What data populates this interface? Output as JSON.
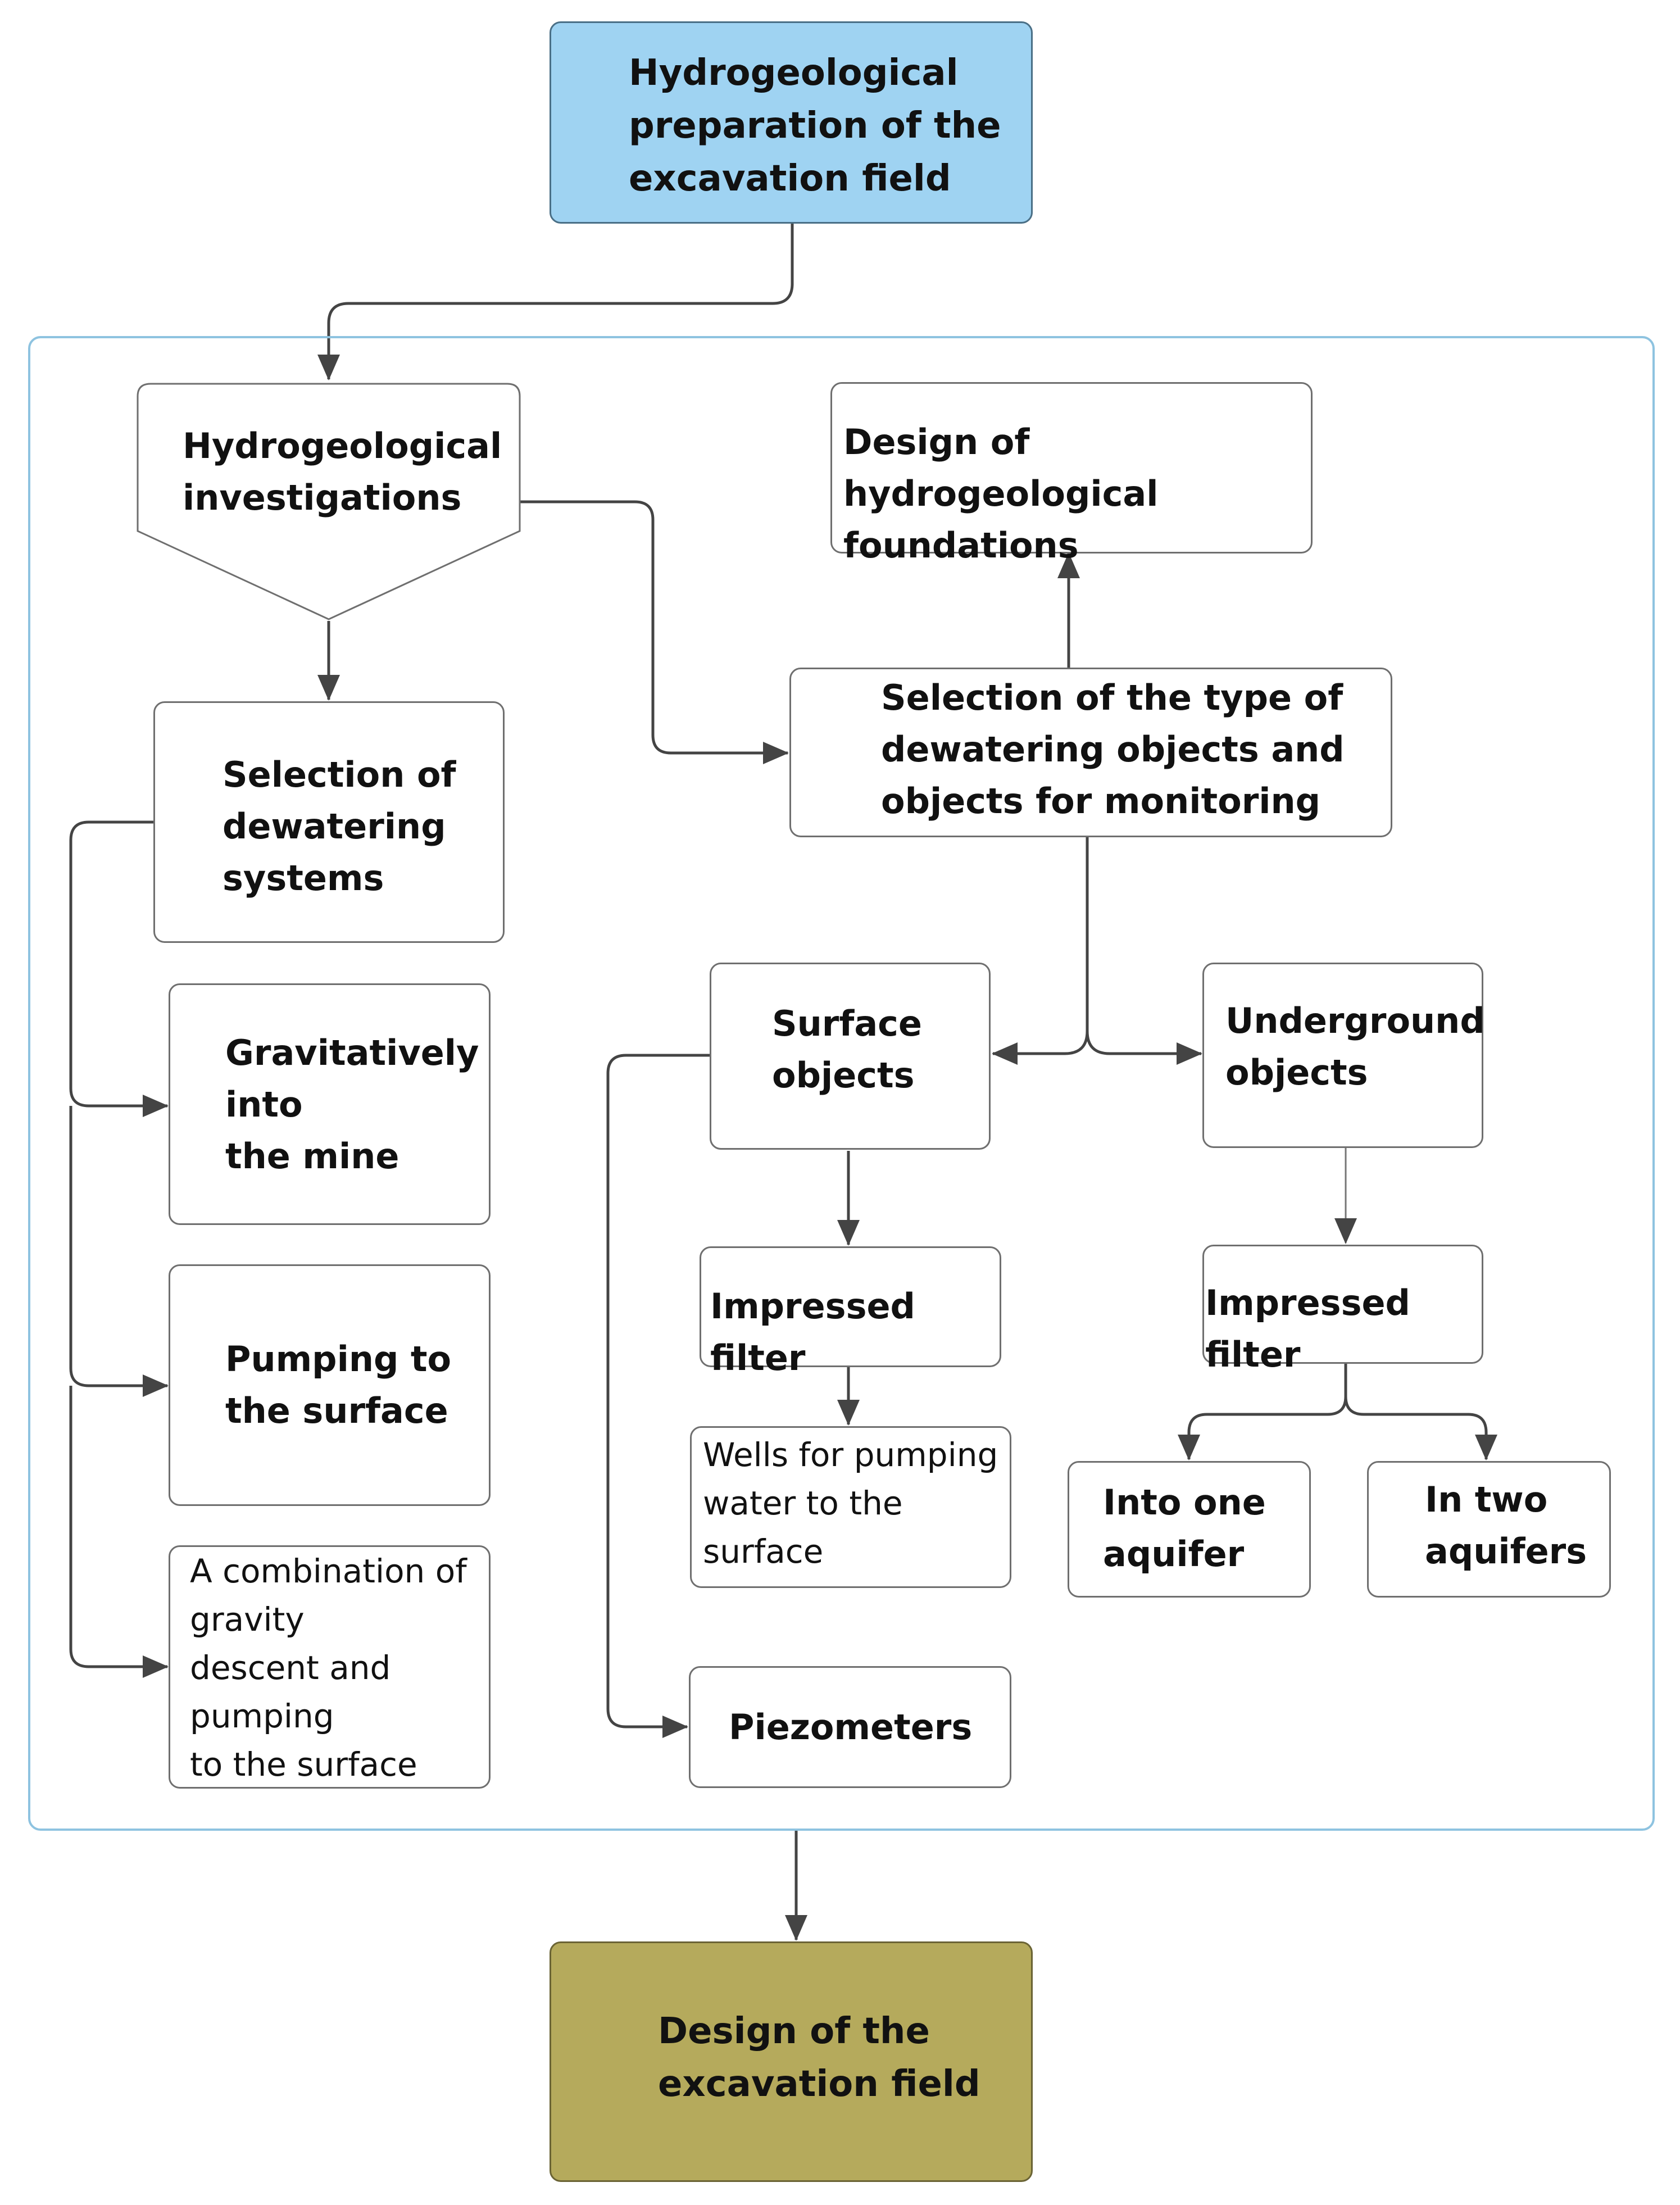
{
  "nodes": {
    "hydro_prep": "Hydrogeological preparation of the excavation field",
    "investigations": "Hydrogeological investigations",
    "design_foundations": "Design of hydrogeological foundations",
    "selection_type": "Selection of the type of dewatering objects and objects for monitoring",
    "selection_systems": "Selection of dewatering systems",
    "gravitatively": "Gravitatively into the mine",
    "pumping": "Pumping to the surface",
    "combination": "A combination of gravity descent and pumping to the surface",
    "surface_objects": "Surface objects",
    "underground_objects": "Underground objects",
    "impressed_filter_surface": "Impressed filter",
    "impressed_filter_underground": "Impressed filter",
    "wells": "Wells for pumping water to the surface",
    "piezometers": "Piezometers",
    "one_aquifer": "Into one aquifer",
    "two_aquifers": "In two aquifers",
    "design_field": "Design of the excavation field"
  },
  "lines": {
    "hydro_prep": [
      "Hydrogeological",
      "preparation of the",
      "excavation field"
    ],
    "investigations": [
      "Hydrogeological",
      "investigations"
    ],
    "design_foundations": [
      "Design of hydrogeological",
      "foundations"
    ],
    "selection_type": [
      "Selection of the type of",
      "dewatering objects and",
      "objects for monitoring"
    ],
    "selection_systems": [
      "Selection of",
      "dewatering",
      "systems"
    ],
    "gravitatively": [
      "Gravitatively",
      "into",
      "the mine"
    ],
    "pumping": [
      "Pumping to",
      "the surface"
    ],
    "combination": [
      "A combination of",
      "gravity",
      "descent and",
      "pumping",
      "to the surface"
    ],
    "surface_objects": [
      "Surface",
      "objects"
    ],
    "underground_objects": [
      "Underground",
      "objects"
    ],
    "impressed_filter_surface": [
      "Impressed filter"
    ],
    "impressed_filter_underground": [
      "Impressed filter"
    ],
    "wells": [
      "Wells for pumping",
      "water to the",
      "surface"
    ],
    "piezometers": [
      "Piezometers"
    ],
    "one_aquifer": [
      "Into one",
      "aquifer"
    ],
    "two_aquifers": [
      "In two",
      "aquifers"
    ],
    "design_field": [
      "Design of the",
      "excavation field"
    ]
  },
  "colors": {
    "top_fill": "#9fd3f2",
    "bottom_fill": "#b5aa5c",
    "frame": "#8ec3e0",
    "connector": "#444444"
  }
}
